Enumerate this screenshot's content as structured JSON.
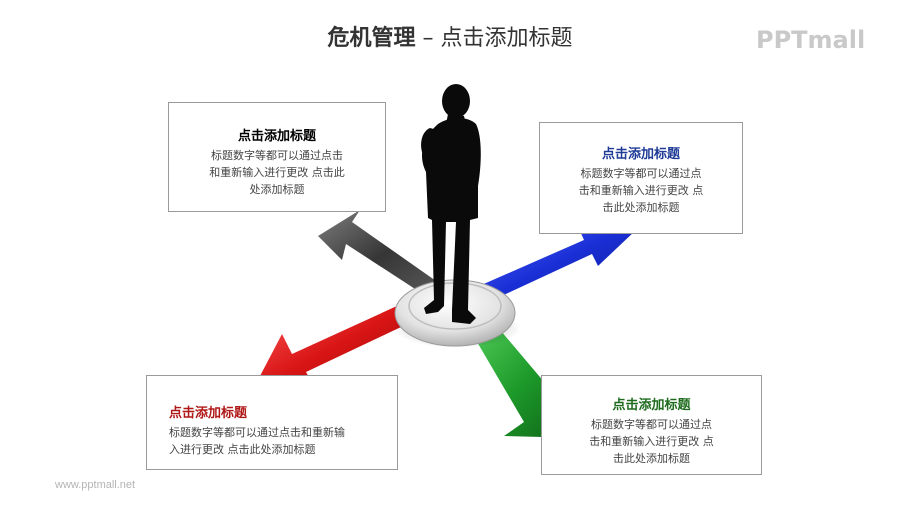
{
  "header": {
    "title_bold": "危机管理",
    "title_rest": " – 点击添加标题"
  },
  "logo": {
    "text": "PPTmall"
  },
  "footer": {
    "url": "www.pptmall.net"
  },
  "boxes": {
    "top_left": {
      "title": "点击添加标题",
      "title_color": "#000000",
      "lines": [
        "标题数字等都可以通过点击",
        "和重新输入进行更改 点击此",
        "处添加标题"
      ]
    },
    "top_right": {
      "title": "点击添加标题",
      "title_color": "#1f3b96",
      "lines": [
        "标题数字等都可以通过点",
        "击和重新输入进行更改 点",
        "击此处添加标题"
      ]
    },
    "bottom_left": {
      "title": "点击添加标题",
      "title_color": "#b01818",
      "lines": [
        "标题数字等都可以通过点击和重新输",
        "入进行更改 点击此处添加标题"
      ]
    },
    "bottom_right": {
      "title": "点击添加标题",
      "title_color": "#1e6b1e",
      "lines": [
        "标题数字等都可以通过点",
        "击和重新输入进行更改 点",
        "击此处添加标题"
      ]
    }
  },
  "arrows": {
    "top_left_color": "#3a3a3a",
    "top_right_color": "#1a2fd6",
    "bottom_left_color": "#d81414",
    "bottom_right_color": "#1d9a2a"
  }
}
